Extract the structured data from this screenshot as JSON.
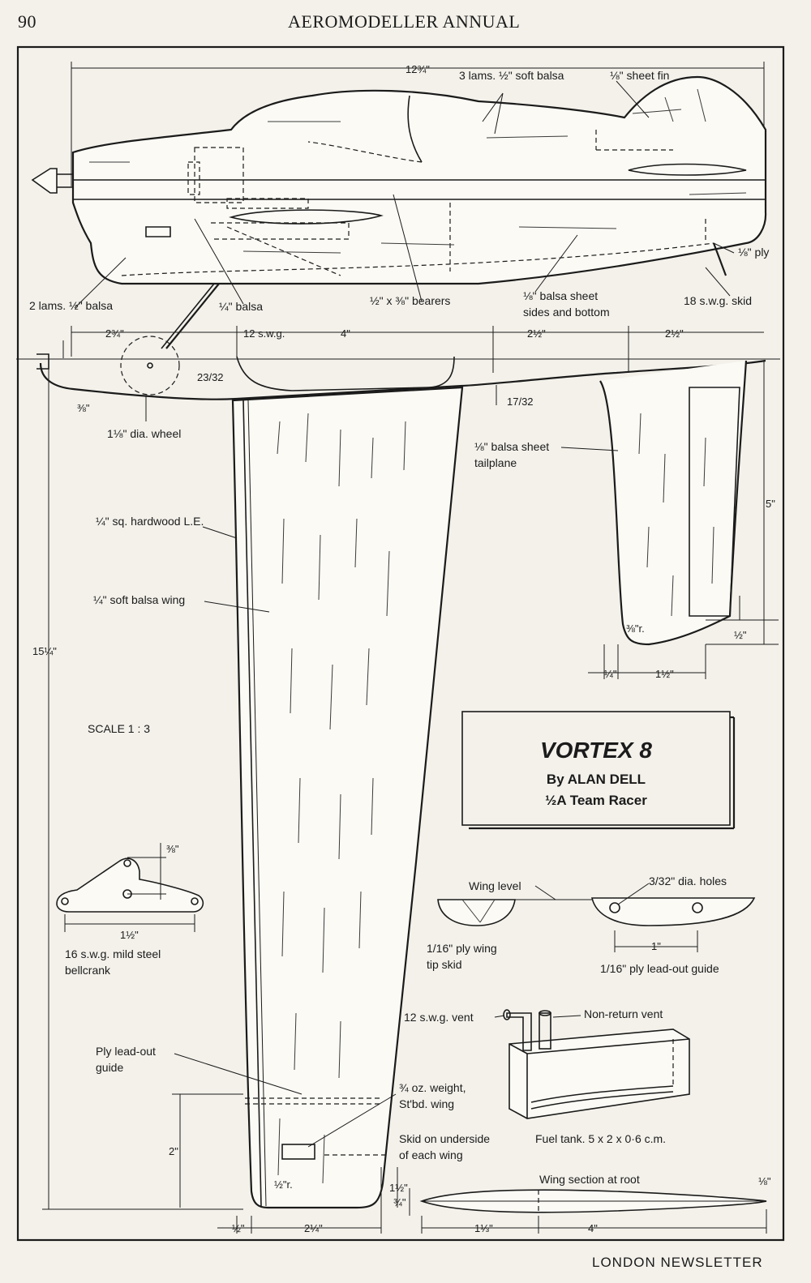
{
  "header": {
    "page_number": "90",
    "journal_title": "AEROMODELLER ANNUAL"
  },
  "footer": {
    "text": "LONDON NEWSLETTER"
  },
  "title_box": {
    "name": "VORTEX 8",
    "author": "By ALAN DELL",
    "class": "½A Team Racer"
  },
  "scale": "SCALE  1 : 3",
  "side_view": {
    "labels": {
      "laminations_top": "3 lams. ½\" soft balsa",
      "fin": "⅛\" sheet fin",
      "ply_fin": "⅛\" ply",
      "lams_bottom": "2 lams. ½\" balsa",
      "quarter_balsa": "¼\" balsa",
      "bearers": "½\" x ⅜\" bearers",
      "balsa_sheet_line1": "⅛\" balsa sheet",
      "balsa_sheet_line2": "sides and bottom",
      "skid": "18 s.w.g. skid",
      "u_wire": "12 s.w.g."
    },
    "dims": {
      "overall_length": "12¾\""
    }
  },
  "plan_view": {
    "dims": {
      "d1": "2¾\"",
      "d2": "4\"",
      "d3": "2½\"",
      "d4": "2½\"",
      "d_wheel_height": "23/32",
      "d_front": "⅜\"",
      "d_tail": "17/32",
      "d_fin_height": "5\"",
      "d_fin_root": "¼\"",
      "d_fin_chord": "1½\"",
      "d_fin_tip": "½\"",
      "d_span": "15¼\"",
      "d_lead_out": "2\"",
      "d_tip_a": "½\"",
      "d_tip_b": "2¼\"",
      "d_tip_h": "1½\""
    },
    "labels": {
      "wheel": "1⅛\" dia. wheel",
      "tailplane_line1": "⅛\" balsa sheet",
      "tailplane_line2": "tailplane",
      "le": "¼\" sq. hardwood L.E.",
      "wing": "¼\" soft balsa wing",
      "fin_radius": "⅜\"r.",
      "tip_radius": "½\"r.",
      "ply_leadout_line1": "Ply lead-out",
      "ply_leadout_line2": "guide",
      "weight_line1": "¾ oz. weight,",
      "weight_line2": "St'bd. wing",
      "skid_line1": "Skid on underside",
      "skid_line2": "of each wing"
    }
  },
  "bellcrank": {
    "dim_offset": "⅜\"",
    "dim_span": "1½\"",
    "label_line1": "16 s.w.g. mild steel",
    "label_line2": "bellcrank"
  },
  "wing_parts": {
    "wing_level": "Wing level",
    "holes": "3/32\" dia. holes",
    "tip_skid_line1": "1/16\" ply wing",
    "tip_skid_line2": "tip skid",
    "hole_spacing": "1\"",
    "leadout_guide": "1/16\" ply lead-out guide"
  },
  "fuel_tank": {
    "vent": "12 s.w.g. vent",
    "non_return": "Non-return vent",
    "caption": "Fuel tank.   5 x 2 x 0·6 c.m."
  },
  "wing_section": {
    "title": "Wing section at root",
    "thickness": "⅛\"",
    "root_thick": "¾\"",
    "chord_a": "1⅓\"",
    "chord_b": "4\""
  }
}
